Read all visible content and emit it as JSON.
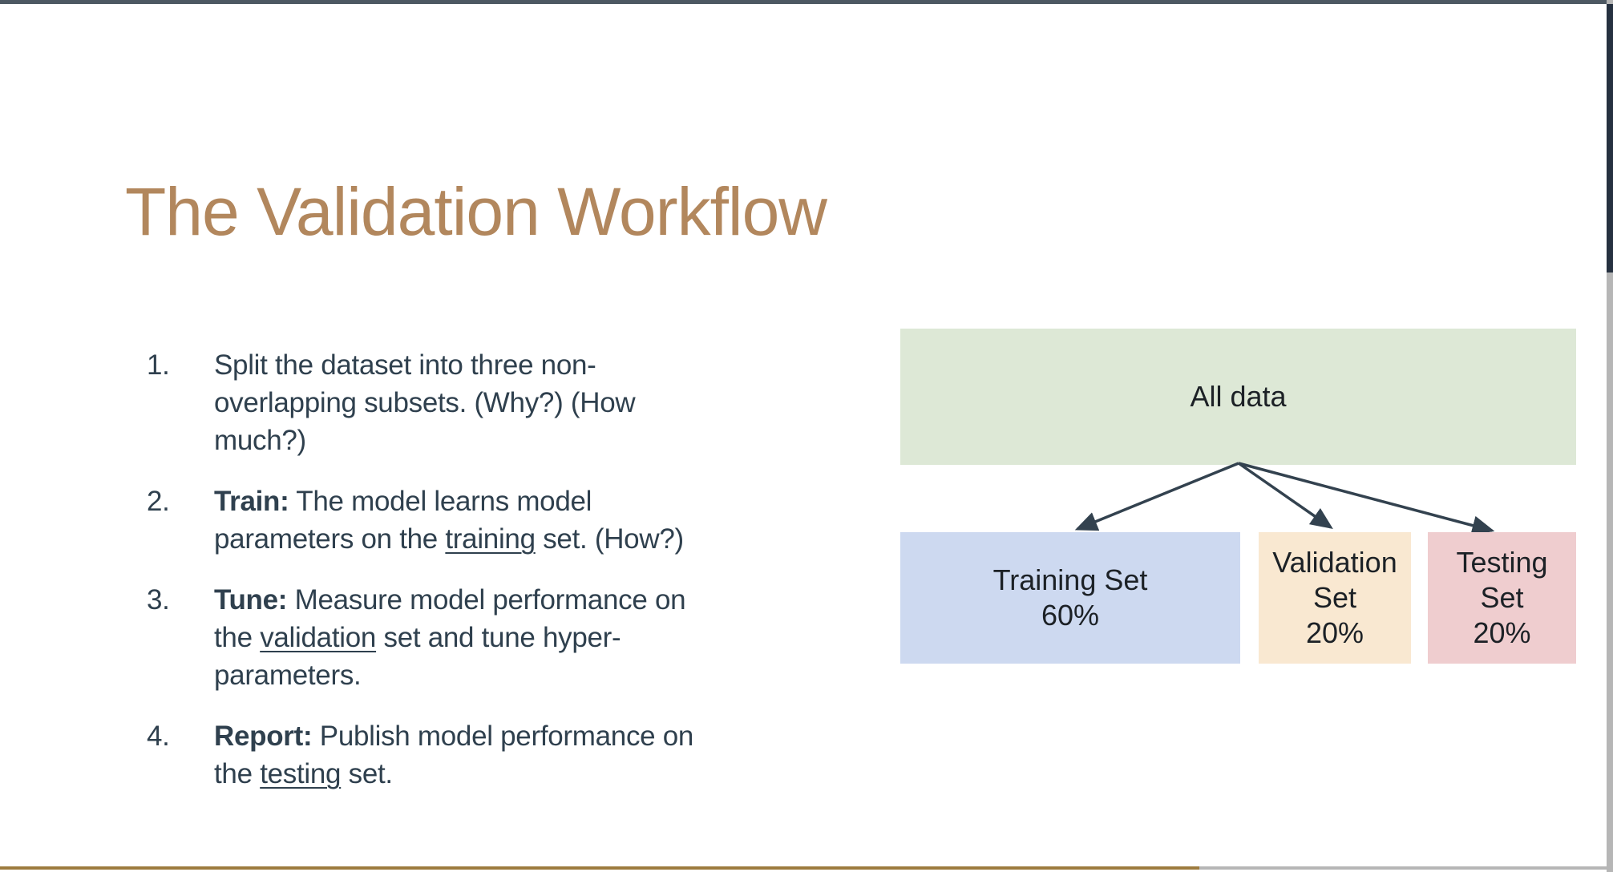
{
  "slide": {
    "title": "The Validation Workflow",
    "list": {
      "items": [
        {
          "num": "1.",
          "bold": "",
          "t1": "Split the dataset into three non-overlapping subsets. (Why?) (How much?)",
          "u": "",
          "t2": ""
        },
        {
          "num": "2.",
          "bold": "Train:",
          "t1": " The model learns model parameters on the ",
          "u": "training",
          "t2": " set. (How?)"
        },
        {
          "num": "3.",
          "bold": "Tune:",
          "t1": " Measure model performance on the ",
          "u": "validation",
          "t2": " set and tune hyper-parameters."
        },
        {
          "num": "4.",
          "bold": "Report:",
          "t1": " Publish model performance on the ",
          "u": "testing",
          "t2": " set."
        }
      ]
    },
    "diagram": {
      "all_data": {
        "label": "All data",
        "bg": "#dde8d6"
      },
      "training": {
        "line1": "Training Set",
        "line2": "60%",
        "bg": "#cdd9f0"
      },
      "validation": {
        "line1": "Validation",
        "line2": "Set",
        "line3": "20%",
        "bg": "#f9e8d1"
      },
      "testing": {
        "line1": "Testing",
        "line2": "Set",
        "line3": "20%",
        "bg": "#efcdcf"
      },
      "arrow_color": "#33424f"
    },
    "colors": {
      "title_text": "#b2875d",
      "body_text": "#2f404e",
      "top_bar": "#4d5862",
      "scrollbar_thumb": "#263140",
      "scrollbar_track": "#b6b6b6",
      "bottom_line_brown": "#9d7b3e",
      "bottom_line_gray": "#b6b6b6"
    }
  }
}
